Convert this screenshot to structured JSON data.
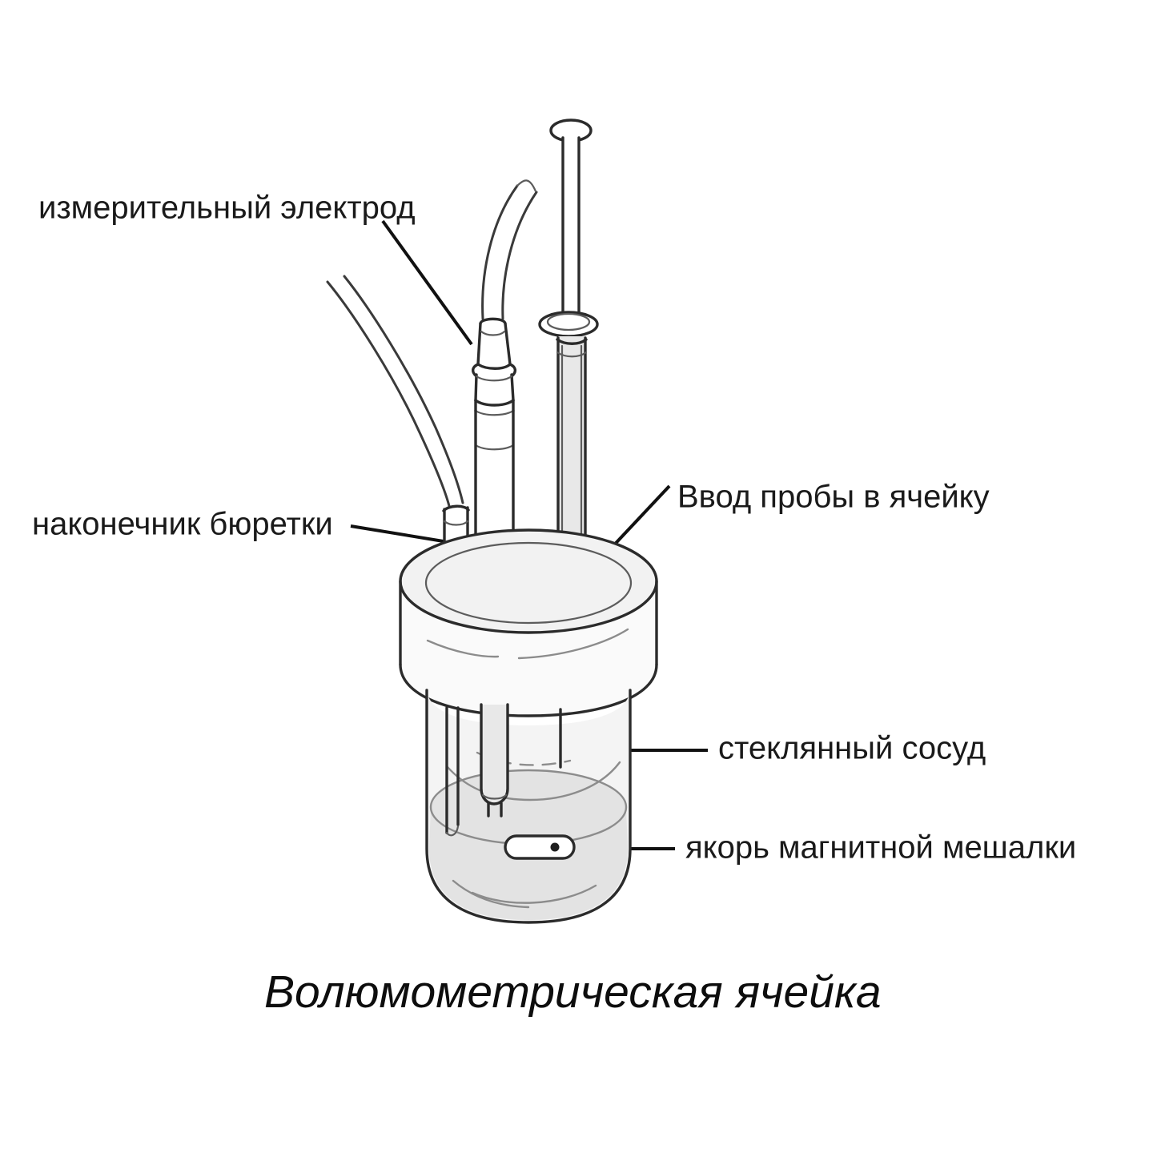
{
  "figure": {
    "caption": "Волюмометрическая ячейка",
    "background_color": "#ffffff",
    "ink_color": "#3a3a3a",
    "label_color": "#1a1a1a"
  },
  "labels": {
    "measuring_electrode": "измерительный электрод",
    "burette_tip": "наконечник бюретки",
    "sample_inlet": "Ввод пробы в ячейку",
    "glass_vessel": "стеклянный сосуд",
    "stir_bar": "якорь магнитной мешалки"
  },
  "parts": {
    "syringe": "syringe-plunger",
    "electrode": "measuring-electrode-probe",
    "cable": "electrode-cable",
    "burette_tube": "burette-tubing",
    "septum_port": "sample-inlet-septum-port",
    "lid": "cell-lid",
    "vessel": "glass-vessel",
    "liquid": "reagent-liquid",
    "stirbar": "magnetic-stir-bar"
  }
}
